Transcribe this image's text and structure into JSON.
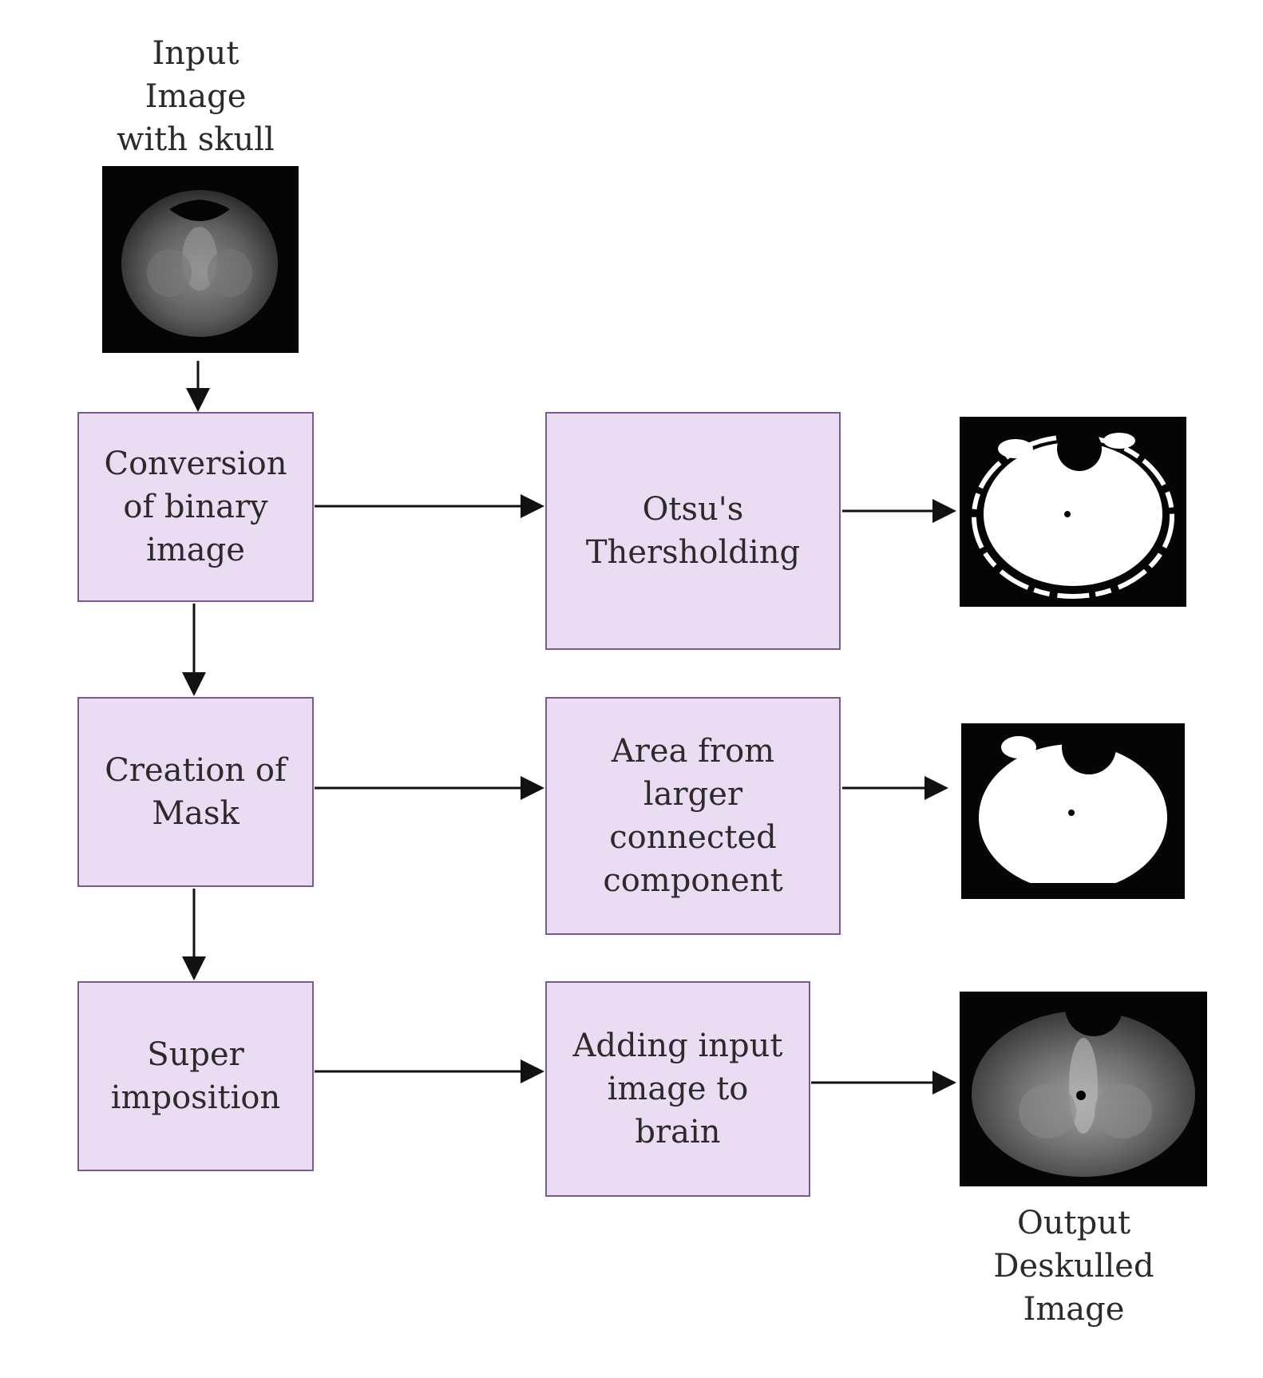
{
  "input": {
    "caption": "Input\nImage\nwith skull"
  },
  "output": {
    "caption": "Output\nDeskulled\nImage"
  },
  "steps": {
    "binary": "Conversion\nof binary\nimage",
    "mask": "Creation of\nMask",
    "superimpose": "Super\nimposition",
    "otsu": "Otsu's\nThersholding",
    "area": "Area from\nlarger\nconnected\ncomponent",
    "adding": "Adding input\nimage to\nbrain"
  },
  "colors": {
    "box_fill": "#eadcf2",
    "box_border": "#7b5b8e",
    "arrow": "#111111"
  }
}
